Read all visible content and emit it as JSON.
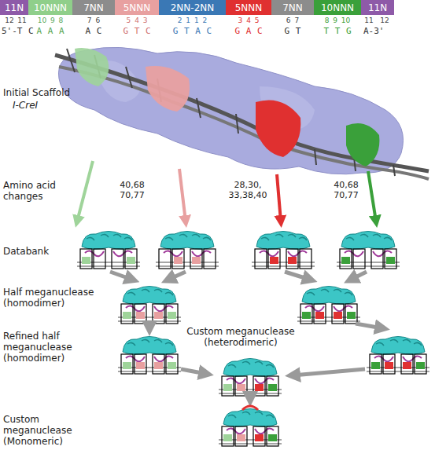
{
  "diagram": {
    "nodes": [
      {
        "text": [
          "11N"
        ]
      },
      {
        "text": [
          "10NNN"
        ]
      },
      {
        "text": [
          "7NN"
        ]
      },
      {
        "text": [
          "5NNN"
        ]
      },
      {
        "text": [
          "2NN-2NN"
        ]
      },
      {
        "text": [
          "5NNN"
        ]
      },
      {
        "text": [
          "7NN"
        ]
      },
      {
        "text": [
          "10NNN"
        ]
      },
      {
        "text": [
          "11N"
        ]
      }
    ],
    "labels": [
      "12",
      "11",
      "10 9 8",
      "7 6",
      "5 4 3",
      "2 1 1 2",
      "3 4 5",
      "6 7",
      "8 9 10",
      "11",
      "12",
      "5'-T C",
      "A A A",
      "A C",
      "G T C",
      "G T A C",
      "G A C",
      "G T",
      "T T G",
      "A-3'",
      "Initial Scaffold",
      "I-CreI",
      "Amino acid changes",
      "40,68 70,77",
      "28,30, 33,38,40",
      "40,68 70,77",
      "Databank",
      "Half meganuclease (homodimer)",
      "Refined half meganuclease (homodimer)",
      "Custom meganuclease (heterodimeric)",
      "Custom meganuclease (Monomeric)"
    ]
  }
}
